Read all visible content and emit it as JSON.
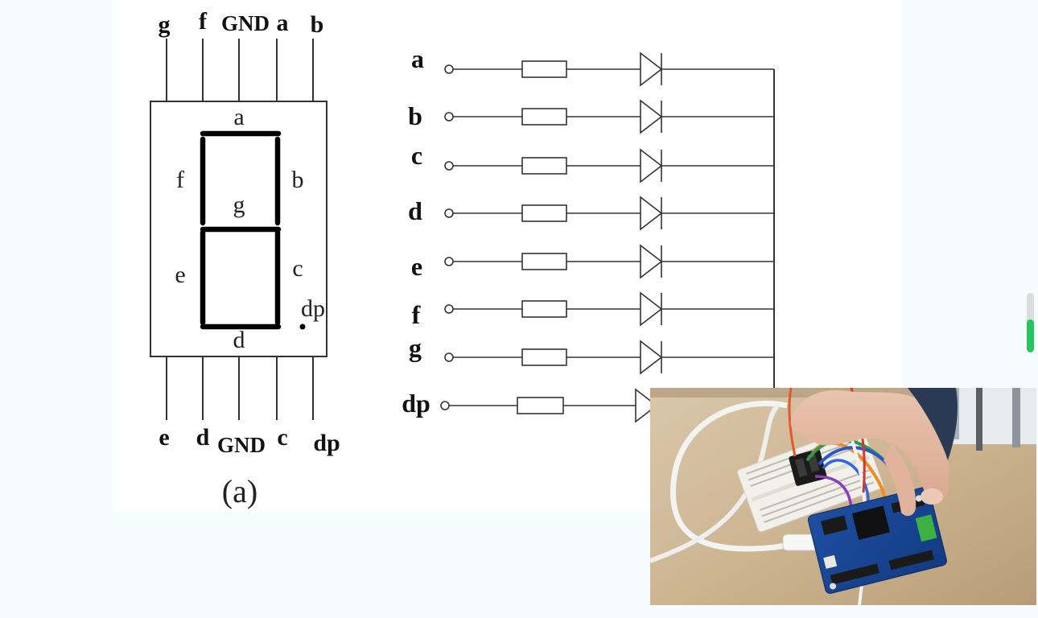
{
  "top_pins": [
    "g",
    "f",
    "GND",
    "a",
    "b"
  ],
  "bottom_pins": [
    "e",
    "d",
    "GND",
    "c",
    "dp"
  ],
  "segment_labels": {
    "a": "a",
    "b": "b",
    "c": "c",
    "d": "d",
    "e": "e",
    "f": "f",
    "g": "g",
    "dp": "dp"
  },
  "caption": "(a)",
  "circuit_rows": [
    "a",
    "b",
    "c",
    "d",
    "e",
    "f",
    "g",
    "dp"
  ],
  "scrollbar": {
    "fill_fraction": 0.55,
    "fill_color": "#22c55e"
  },
  "photo": {
    "subject": "hand-holding-breadboard-with-7-segment-display-and-blue-dev-board"
  }
}
